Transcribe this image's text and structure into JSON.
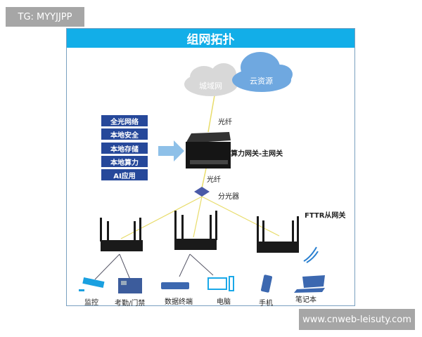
{
  "watermark_top": "TG: MYYJJPP",
  "watermark_bottom": "www.cnweb-leisuty.com",
  "title": "组网拓扑",
  "clouds": [
    "城域网",
    "云资源"
  ],
  "features": [
    "全光网络",
    "本地安全",
    "本地存储",
    "本地算力",
    "AI应用"
  ],
  "links": {
    "fiber_top": "光纤",
    "fiber_bottom": "光纤"
  },
  "main_gateway": "算力网关-主网关",
  "splitter": "分光器",
  "sub_gateway": "FTTR从网关",
  "devices": [
    "监控",
    "考勤/门禁",
    "数据终端",
    "电脑",
    "手机",
    "笔记本"
  ],
  "colors": {
    "header": "#12aee8",
    "feature_box": "#26489a",
    "fiber": "#e8dc6a"
  }
}
